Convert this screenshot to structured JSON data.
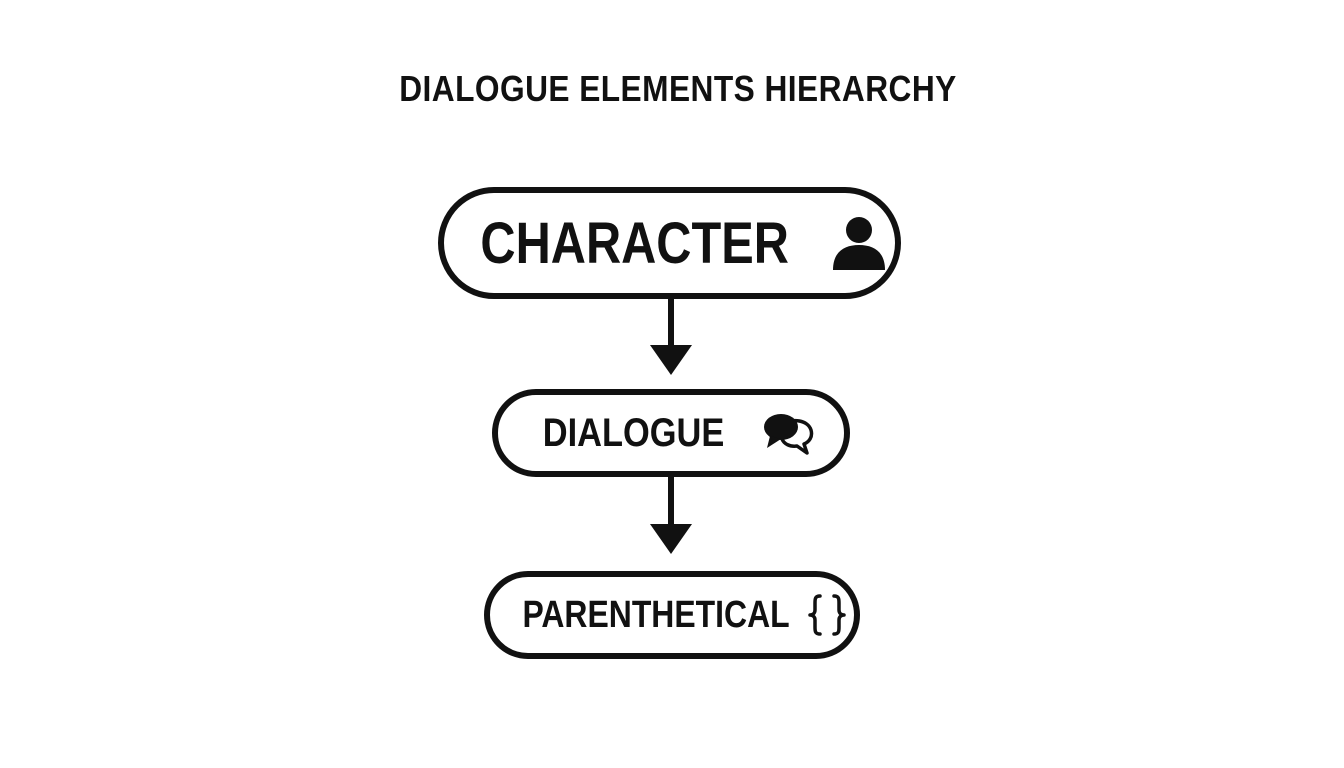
{
  "diagram": {
    "title": "DIALOGUE ELEMENTS HIERARCHY",
    "nodes": [
      {
        "label": "CHARACTER",
        "icon": "person-icon"
      },
      {
        "label": "DIALOGUE",
        "icon": "speech-bubbles-icon"
      },
      {
        "label": "PARENTHETICAL",
        "icon": "braces-icon"
      }
    ],
    "edges": [
      {
        "from": "CHARACTER",
        "to": "DIALOGUE"
      },
      {
        "from": "DIALOGUE",
        "to": "PARENTHETICAL"
      }
    ],
    "colors": {
      "stroke": "#111111",
      "background": "#ffffff"
    }
  }
}
